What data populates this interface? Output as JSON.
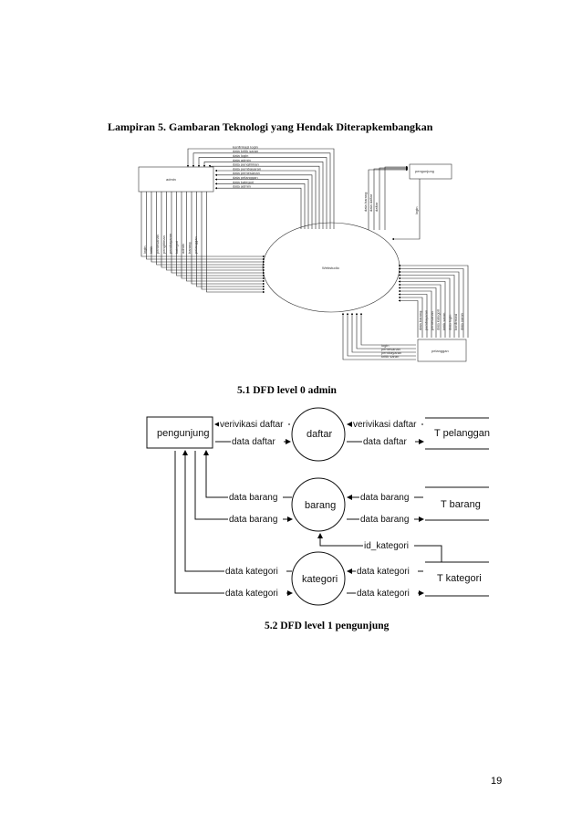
{
  "heading": "Lampiran 5. Gambaran Teknologi yang Hendak Diterapkembangkan",
  "diagram1": {
    "caption": "5.1 DFD level 0 admin",
    "entities": {
      "admin": "admin",
      "pengunjung": "pengunjung",
      "pelanggan": "pelanggan",
      "process": "Webstudio"
    },
    "admin_in_labels": [
      "konfirmasi login",
      "data kritik saran",
      "data login",
      "data admin",
      "data pengiriman"
    ],
    "admin_in2_labels": [
      "data pembayaran",
      "data pemesanan",
      "data pelanggan",
      "data kategori",
      "data admin"
    ],
    "admin_out_labels": [
      "login",
      "kritik",
      "pemesanan",
      "pengiriman",
      "pembayaran",
      "kategori",
      "admin",
      "barang",
      "pelanggan"
    ],
    "pengunjung_labels": [
      "data barang",
      "data daftar",
      "daftar"
    ],
    "pengunjung_out_label": "login",
    "pelanggan_top_labels": [
      "data barang",
      "pembayaran",
      "pemesanan",
      "data kategori",
      "kritik saran",
      "data login",
      "konfirmasi",
      "data saran"
    ],
    "pelanggan_bottom_labels": [
      "login",
      "pemesanan",
      "pembayaran",
      "kritik saran"
    ]
  },
  "diagram2": {
    "caption": "5.2 DFD level 1 pengunjung",
    "entity": "pengunjung",
    "processes": [
      "daftar",
      "barang",
      "kategori"
    ],
    "stores": [
      "T pelanggan",
      "T barang",
      "T kategori"
    ],
    "flows": {
      "verifikasi_left": "verivikasi daftar",
      "verifikasi_right": "verivikasi daftar",
      "data_daftar_left": "data daftar",
      "data_daftar_right": "data daftar",
      "data_barang_1": "data barang",
      "data_barang_2": "data barang",
      "data_barang_3": "data barang",
      "data_barang_4": "data barang",
      "id_kategori": "id_kategori",
      "data_kategori_1": "data kategori",
      "data_kategori_2": "data kategori",
      "data_kategori_3": "data kategori",
      "data_kategori_4": "data kategori"
    }
  },
  "page_number": "19"
}
